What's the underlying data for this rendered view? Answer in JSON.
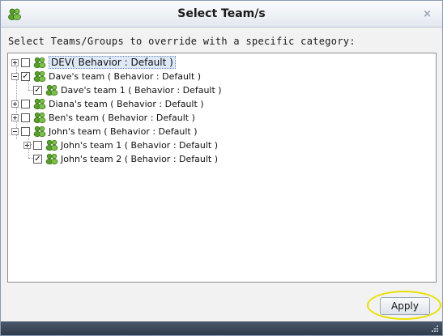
{
  "window": {
    "title": "Select Team/s",
    "close_label": "×"
  },
  "prompt": "Select Teams/Groups to override with a specific category:",
  "tree": [
    {
      "label": "DEV( Behavior : Default )",
      "checked": false,
      "expander": "plus",
      "selected": true
    },
    {
      "label": "Dave's team ( Behavior : Default )",
      "checked": true,
      "expander": "minus",
      "selected": false
    },
    {
      "label": "Dave's team 1 ( Behavior : Default )",
      "checked": true,
      "expander": "none",
      "selected": false
    },
    {
      "label": "Diana's team ( Behavior : Default )",
      "checked": false,
      "expander": "plus",
      "selected": false
    },
    {
      "label": "Ben's team ( Behavior : Default )",
      "checked": false,
      "expander": "plus",
      "selected": false
    },
    {
      "label": "John's team ( Behavior : Default )",
      "checked": false,
      "expander": "minus",
      "selected": false
    },
    {
      "label": "John's team 1 ( Behavior : Default )",
      "checked": false,
      "expander": "plus",
      "selected": false
    },
    {
      "label": "John's team 2 ( Behavior : Default )",
      "checked": true,
      "expander": "none",
      "selected": false
    }
  ],
  "check_mark": "✓",
  "apply_label": "Apply",
  "colors": {
    "highlight_ring": "#e8e000",
    "selection_bg": "#dfe8f6",
    "icon_green": "#5aa02c"
  },
  "icons": {
    "title": "team-group-icon",
    "node": "team-group-icon",
    "grip": "resize-grip-icon"
  }
}
